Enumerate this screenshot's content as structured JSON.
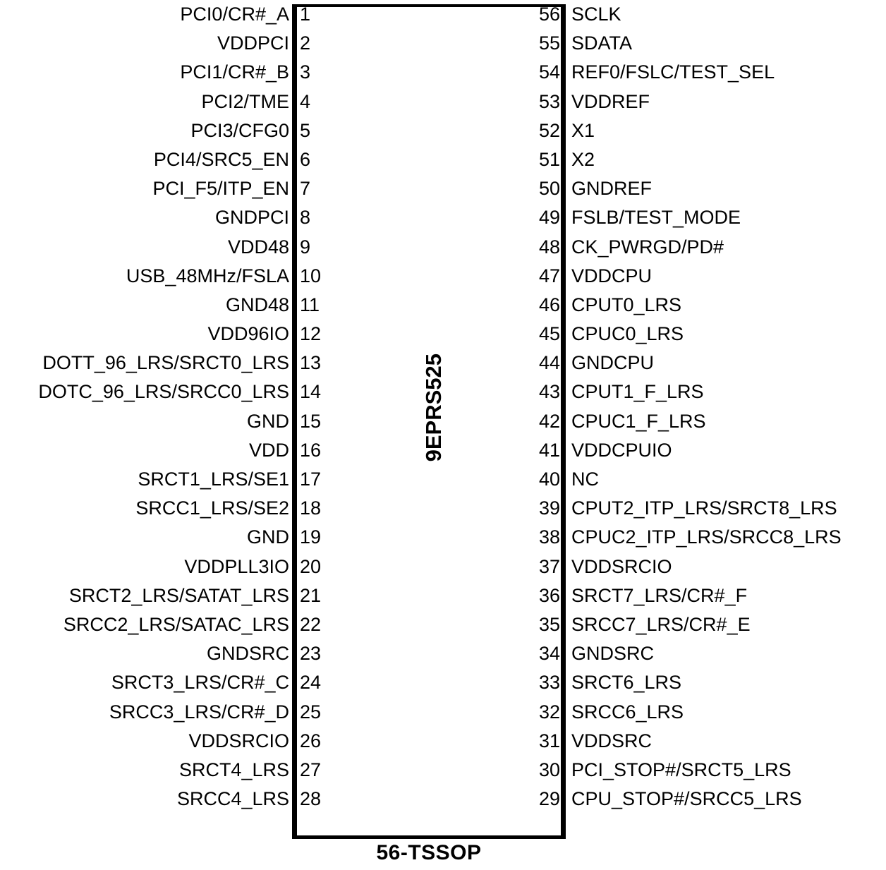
{
  "diagram": {
    "chip_label": "9EPRS525",
    "package_label": "56-TSSOP",
    "left_pins": [
      {
        "num": "1",
        "name": "PCI0/CR#_A"
      },
      {
        "num": "2",
        "name": "VDDPCI"
      },
      {
        "num": "3",
        "name": "PCI1/CR#_B"
      },
      {
        "num": "4",
        "name": "PCI2/TME"
      },
      {
        "num": "5",
        "name": "PCI3/CFG0"
      },
      {
        "num": "6",
        "name": "PCI4/SRC5_EN"
      },
      {
        "num": "7",
        "name": "PCI_F5/ITP_EN"
      },
      {
        "num": "8",
        "name": "GNDPCI"
      },
      {
        "num": "9",
        "name": "VDD48"
      },
      {
        "num": "10",
        "name": "USB_48MHz/FSLA"
      },
      {
        "num": "11",
        "name": "GND48"
      },
      {
        "num": "12",
        "name": "VDD96IO"
      },
      {
        "num": "13",
        "name": "DOTT_96_LRS/SRCT0_LRS"
      },
      {
        "num": "14",
        "name": "DOTC_96_LRS/SRCC0_LRS"
      },
      {
        "num": "15",
        "name": "GND"
      },
      {
        "num": "16",
        "name": "VDD"
      },
      {
        "num": "17",
        "name": "SRCT1_LRS/SE1"
      },
      {
        "num": "18",
        "name": "SRCC1_LRS/SE2"
      },
      {
        "num": "19",
        "name": "GND"
      },
      {
        "num": "20",
        "name": "VDDPLL3IO"
      },
      {
        "num": "21",
        "name": "SRCT2_LRS/SATAT_LRS"
      },
      {
        "num": "22",
        "name": "SRCC2_LRS/SATAC_LRS"
      },
      {
        "num": "23",
        "name": "GNDSRC"
      },
      {
        "num": "24",
        "name": "SRCT3_LRS/CR#_C"
      },
      {
        "num": "25",
        "name": "SRCC3_LRS/CR#_D"
      },
      {
        "num": "26",
        "name": "VDDSRCIO"
      },
      {
        "num": "27",
        "name": "SRCT4_LRS"
      },
      {
        "num": "28",
        "name": "SRCC4_LRS"
      }
    ],
    "right_pins": [
      {
        "num": "56",
        "name": "SCLK"
      },
      {
        "num": "55",
        "name": "SDATA"
      },
      {
        "num": "54",
        "name": "REF0/FSLC/TEST_SEL"
      },
      {
        "num": "53",
        "name": "VDDREF"
      },
      {
        "num": "52",
        "name": "X1"
      },
      {
        "num": "51",
        "name": "X2"
      },
      {
        "num": "50",
        "name": "GNDREF"
      },
      {
        "num": "49",
        "name": "FSLB/TEST_MODE"
      },
      {
        "num": "48",
        "name": "CK_PWRGD/PD#"
      },
      {
        "num": "47",
        "name": "VDDCPU"
      },
      {
        "num": "46",
        "name": "CPUT0_LRS"
      },
      {
        "num": "45",
        "name": "CPUC0_LRS"
      },
      {
        "num": "44",
        "name": "GNDCPU"
      },
      {
        "num": "43",
        "name": "CPUT1_F_LRS"
      },
      {
        "num": "42",
        "name": "CPUC1_F_LRS"
      },
      {
        "num": "41",
        "name": "VDDCPUIO"
      },
      {
        "num": "40",
        "name": "NC"
      },
      {
        "num": "39",
        "name": "CPUT2_ITP_LRS/SRCT8_LRS"
      },
      {
        "num": "38",
        "name": "CPUC2_ITP_LRS/SRCC8_LRS"
      },
      {
        "num": "37",
        "name": "VDDSRCIO"
      },
      {
        "num": "36",
        "name": "SRCT7_LRS/CR#_F"
      },
      {
        "num": "35",
        "name": "SRCC7_LRS/CR#_E"
      },
      {
        "num": "34",
        "name": "GNDSRC"
      },
      {
        "num": "33",
        "name": "SRCT6_LRS"
      },
      {
        "num": "32",
        "name": "SRCC6_LRS"
      },
      {
        "num": "31",
        "name": "VDDSRC"
      },
      {
        "num": "30",
        "name": "PCI_STOP#/SRCT5_LRS"
      },
      {
        "num": "29",
        "name": "CPU_STOP#/SRCC5_LRS"
      }
    ]
  }
}
